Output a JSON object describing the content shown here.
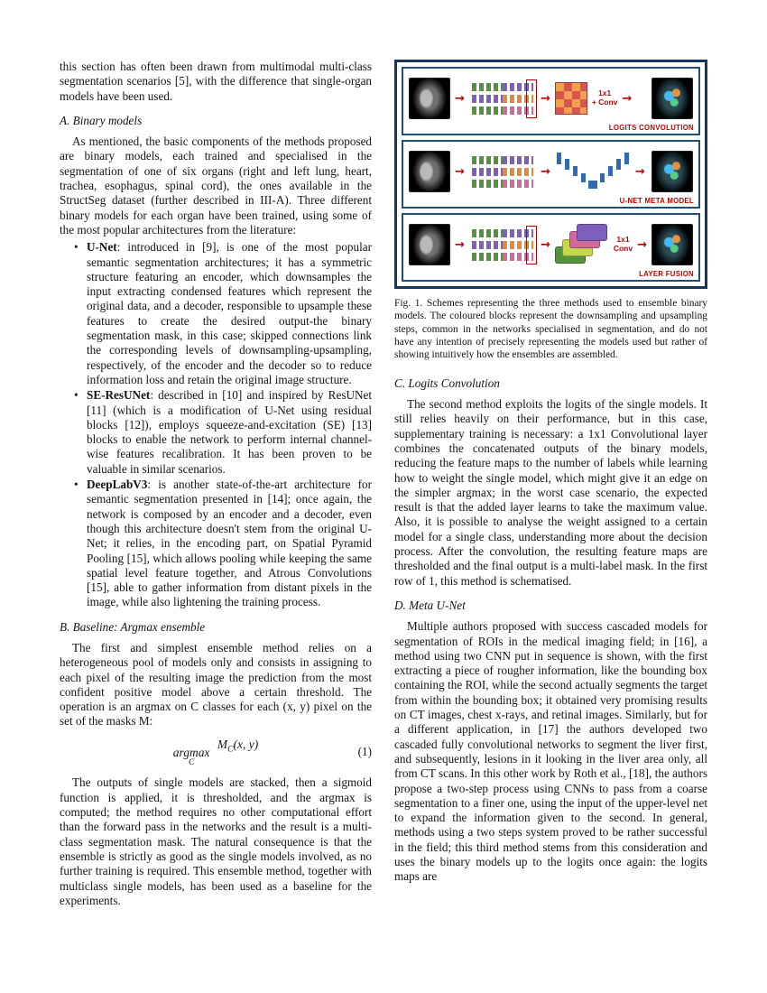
{
  "left": {
    "intro": "this section has often been drawn from multimodal multi-class segmentation scenarios [5], with the difference that single-organ models have been used.",
    "sectionA": {
      "heading": "A. Binary models",
      "para": "As mentioned, the basic components of the methods proposed are binary models, each trained and specialised in the segmentation of one of six organs (right and left lung, heart, trachea, esophagus, spinal cord), the ones available in the StructSeg dataset (further described in III-A). Three different binary models for each organ have been trained, using some of the most popular architectures from the literature:",
      "bullets": [
        {
          "term": "U-Net",
          "text": ": introduced in [9], is one of the most popular semantic segmentation architectures; it has a symmetric structure featuring an encoder, which downsamples the input extracting condensed features which represent the original data, and a decoder, responsible to upsample these features to create the desired output-the binary segmentation mask, in this case; skipped connections link the corresponding levels of downsampling-upsampling, respectively, of the encoder and the decoder so to reduce information loss and retain the original image structure."
        },
        {
          "term": "SE-ResUNet",
          "text": ": described in [10] and inspired by ResUNet [11] (which is a modification of U-Net using residual blocks [12]), employs squeeze-and-excitation (SE) [13] blocks to enable the network to perform internal channel-wise features recalibration. It has been proven to be valuable in similar scenarios."
        },
        {
          "term": "DeepLabV3",
          "text": ": is another state-of-the-art architecture for semantic segmentation presented in [14]; once again, the network is composed by an encoder and a decoder, even though this architecture doesn't stem from the original U-Net; it relies, in the encoding part, on Spatial Pyramid Pooling [15], which allows pooling while keeping the same spatial level feature together, and Atrous Convolutions [15], able to gather information from distant pixels in the image, while also lightening the training process."
        }
      ]
    },
    "sectionB": {
      "heading": "B. Baseline: Argmax ensemble",
      "para1": "The first and simplest ensemble method relies on a heterogeneous pool of models only and consists in assigning to each pixel of the resulting image the prediction from the most confident positive model above a certain threshold. The operation is an argmax on C classes for each (x, y) pixel on the set of the masks M:",
      "equation": {
        "operator": "argmax",
        "subscript": "C",
        "func": "M",
        "func_sub": "C",
        "args": "(x, y)",
        "number": "(1)"
      },
      "para2": "The outputs of single models are stacked, then a sigmoid function is applied, it is thresholded, and the argmax is computed; the method requires no other computational effort than the forward pass in the networks and the result is a multi-class segmentation mask. The natural consequence is that the ensemble is strictly as good as the single models involved, as no further training is required. This ensemble method, together with multiclass single models, has been used as a baseline for the experiments."
    }
  },
  "right": {
    "figure": {
      "rows": [
        {
          "label": "LOGITS CONVOLUTION",
          "conv_label": "1x1\n+ Conv"
        },
        {
          "label": "U-NET META MODEL",
          "conv_label": ""
        },
        {
          "label": "LAYER FUSION",
          "conv_label": "1x1\nConv"
        }
      ]
    },
    "caption": "Fig. 1.   Schemes representing the three methods used to ensemble binary models. The coloured blocks represent the downsampling and upsampling steps, common in the networks specialised in segmentation, and do not have any intention of precisely representing the models used but rather of showing intuitively how the ensembles are assembled.",
    "sectionC": {
      "heading": "C. Logits Convolution",
      "para": "The second method exploits the logits of the single models. It still relies heavily on their performance, but in this case, supplementary training is necessary: a 1x1 Convolutional layer combines the concatenated outputs of the binary models, reducing the feature maps to the number of labels while learning how to weight the single model, which might give it an edge on the simpler argmax; in the worst case scenario, the expected result is that the added layer learns to take the maximum value. Also, it is possible to analyse the weight assigned to a certain model for a single class, understanding more about the decision process. After the convolution, the resulting feature maps are thresholded and the final output is a multi-label mask. In the first row of 1, this method is schematised."
    },
    "sectionD": {
      "heading": "D. Meta U-Net",
      "para": "Multiple authors proposed with success cascaded models for segmentation of ROIs in the medical imaging field; in [16], a method using two CNN put in sequence is shown, with the first extracting a piece of rougher information, like the bounding box containing the ROI, while the second actually segments the target from within the bounding box; it obtained very promising results on CT images, chest x-rays, and retinal images. Similarly, but for a different application, in [17] the authors developed two cascaded fully convolutional networks to segment the liver first, and subsequently, lesions in it looking in the liver area only, all from CT scans. In this other work by Roth et al., [18], the authors propose a two-step process using CNNs to pass from a coarse segmentation to a finer one, using the input of the upper-level net to expand the information given to the second. In general, methods using a two steps system proved to be rather successful in the field; this third method stems from this consideration and uses the binary models up to the logits once again: the logits maps are"
    }
  },
  "glyphs": {
    "arrow": "→"
  }
}
